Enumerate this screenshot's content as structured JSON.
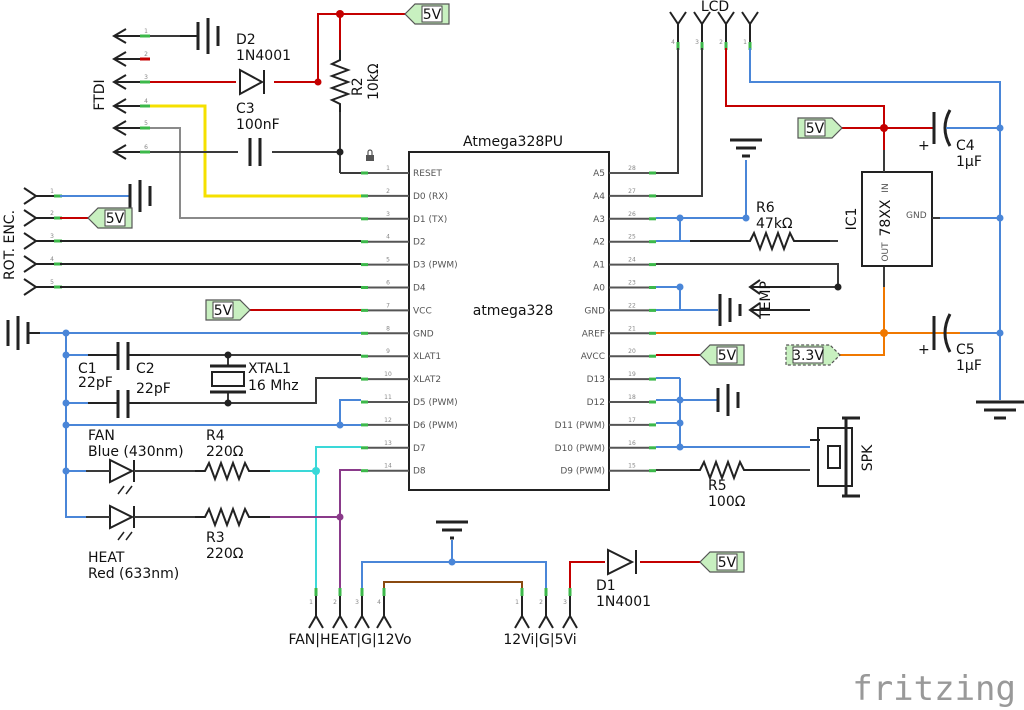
{
  "mcu": {
    "title": "Atmega328PU",
    "center_label": "atmega328"
  },
  "mcu_left_pins": [
    {
      "num": "1",
      "name": "RESET"
    },
    {
      "num": "2",
      "name": "D0 (RX)"
    },
    {
      "num": "3",
      "name": "D1 (TX)"
    },
    {
      "num": "4",
      "name": "D2"
    },
    {
      "num": "5",
      "name": "D3 (PWM)"
    },
    {
      "num": "6",
      "name": "D4"
    },
    {
      "num": "7",
      "name": "VCC"
    },
    {
      "num": "8",
      "name": "GND"
    },
    {
      "num": "9",
      "name": "XLAT1"
    },
    {
      "num": "10",
      "name": "XLAT2"
    },
    {
      "num": "11",
      "name": "D5 (PWM)"
    },
    {
      "num": "12",
      "name": "D6 (PWM)"
    },
    {
      "num": "13",
      "name": "D7"
    },
    {
      "num": "14",
      "name": "D8"
    }
  ],
  "mcu_right_pins": [
    {
      "num": "28",
      "name": "A5"
    },
    {
      "num": "27",
      "name": "A4"
    },
    {
      "num": "26",
      "name": "A3"
    },
    {
      "num": "25",
      "name": "A2"
    },
    {
      "num": "24",
      "name": "A1"
    },
    {
      "num": "23",
      "name": "A0"
    },
    {
      "num": "22",
      "name": "GND"
    },
    {
      "num": "21",
      "name": "AREF"
    },
    {
      "num": "20",
      "name": "AVCC"
    },
    {
      "num": "19",
      "name": "D13"
    },
    {
      "num": "18",
      "name": "D12"
    },
    {
      "num": "17",
      "name": "D11 (PWM)"
    },
    {
      "num": "16",
      "name": "D10 (PWM)"
    },
    {
      "num": "15",
      "name": "D9 (PWM)"
    }
  ],
  "ftdi": {
    "label": "FTDI",
    "pins": [
      "1",
      "2",
      "3",
      "4",
      "5",
      "6"
    ]
  },
  "rot_enc": {
    "label": "ROT. ENC.",
    "pins": [
      "1",
      "2",
      "3",
      "4",
      "5"
    ]
  },
  "lcd": {
    "label": "LCD",
    "pins": [
      "4",
      "3",
      "2",
      "1"
    ]
  },
  "d2": {
    "ref": "D2",
    "value": "1N4001"
  },
  "d1": {
    "ref": "D1",
    "value": "1N4001"
  },
  "r2": {
    "ref": "R2",
    "value": "10kΩ"
  },
  "c3": {
    "ref": "C3",
    "value": "100nF"
  },
  "c1": {
    "ref": "C1",
    "value": "22pF"
  },
  "c2": {
    "ref": "C2",
    "value": "22pF"
  },
  "xtal1": {
    "ref": "XTAL1",
    "value": "16 Mhz"
  },
  "r6": {
    "ref": "R6",
    "value": "47kΩ"
  },
  "c4": {
    "ref": "C4",
    "value": "1µF"
  },
  "c5": {
    "ref": "C5",
    "value": "1µF"
  },
  "ic1": {
    "ref": "IC1",
    "part": "78XX",
    "pin_in": "IN",
    "pin_gnd": "GND",
    "pin_out": "OUT"
  },
  "r4": {
    "ref": "R4",
    "value": "220Ω"
  },
  "r3": {
    "ref": "R3",
    "value": "220Ω"
  },
  "r5": {
    "ref": "R5",
    "value": "100Ω"
  },
  "led_fan": {
    "line1": "FAN",
    "line2": "Blue (430nm)"
  },
  "led_heat": {
    "line1": "HEAT",
    "line2": "Red (633nm)"
  },
  "temp": {
    "label": "TEMP"
  },
  "spk": {
    "label": "SPK"
  },
  "net_5v": "5V",
  "net_3v3": "3.3V",
  "conn_bottom_left": {
    "label": "FAN|HEAT|G|12Vo",
    "pins": [
      "1",
      "2",
      "3",
      "4"
    ]
  },
  "conn_bottom_right": {
    "label": "12Vi|G|5Vi",
    "pins": [
      "1",
      "2",
      "3"
    ]
  },
  "logo": "fritzing",
  "colors": {
    "wire": "#3a3a3a",
    "blue": "#4a86d8",
    "red": "#c40000",
    "yellow": "#f5e000",
    "gray": "#8a8a8a",
    "orange": "#f07800",
    "cyan": "#3ad8d8",
    "purple": "#8a3a8a",
    "brown": "#8a4a10",
    "pin_green": "#3cb84a",
    "flag_fill": "#c8f0c0"
  }
}
